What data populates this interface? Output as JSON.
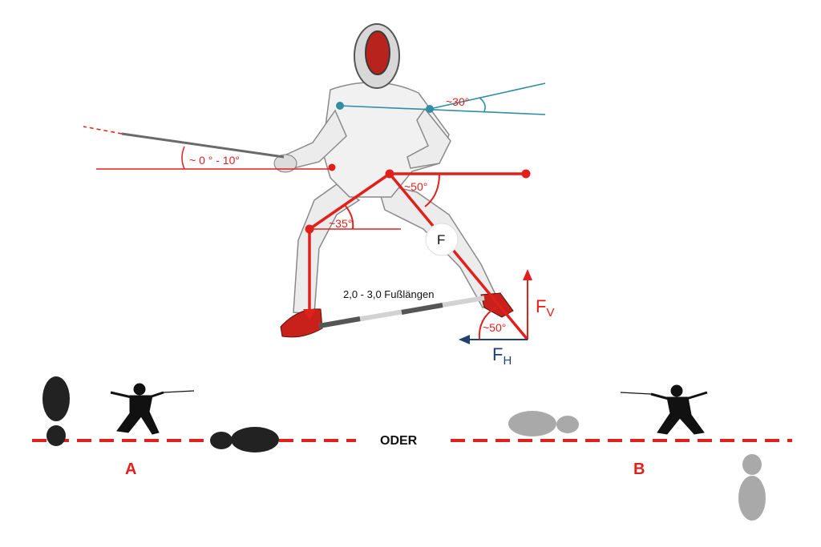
{
  "angles": {
    "shoulder": "~30°",
    "blade": "~ 0 ° - 10°",
    "hip": "~50°",
    "knee": "~35°",
    "foot": "~50°"
  },
  "stance_width": "2,0 - 3,0 Fußlängen",
  "forces": {
    "resultant": "F",
    "vertical_main": "F",
    "vertical_sub": "V",
    "horizontal_main": "F",
    "horizontal_sub": "H"
  },
  "footwork": {
    "option_a": "A",
    "option_b": "B",
    "separator": "ODER"
  },
  "colors": {
    "red": "#e0201b",
    "teal": "#2f8ea3",
    "navy": "#22406e",
    "grey_shoe": "#a9a9a9",
    "dark_shoe": "#222222"
  }
}
